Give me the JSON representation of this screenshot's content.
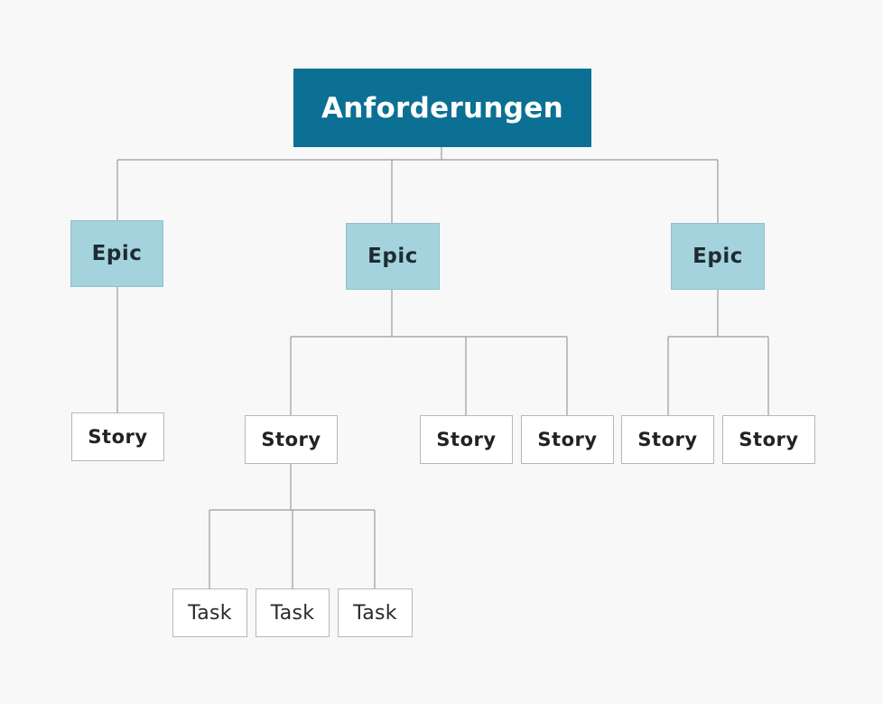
{
  "diagram": {
    "root": {
      "label": "Anforderungen"
    },
    "epics": [
      {
        "label": "Epic",
        "stories": [
          {
            "label": "Story"
          }
        ]
      },
      {
        "label": "Epic",
        "stories": [
          {
            "label": "Story",
            "tasks": [
              {
                "label": "Task"
              },
              {
                "label": "Task"
              },
              {
                "label": "Task"
              }
            ]
          },
          {
            "label": "Story"
          },
          {
            "label": "Story"
          }
        ]
      },
      {
        "label": "Epic",
        "stories": [
          {
            "label": "Story"
          },
          {
            "label": "Story"
          }
        ]
      }
    ]
  },
  "colors": {
    "root_fill": "#0b7093",
    "root_text": "#ffffff",
    "epic_fill": "#a4d3de",
    "node_fill": "#ffffff",
    "connector": "#9a9a9a",
    "background": "#f8f8f8"
  }
}
